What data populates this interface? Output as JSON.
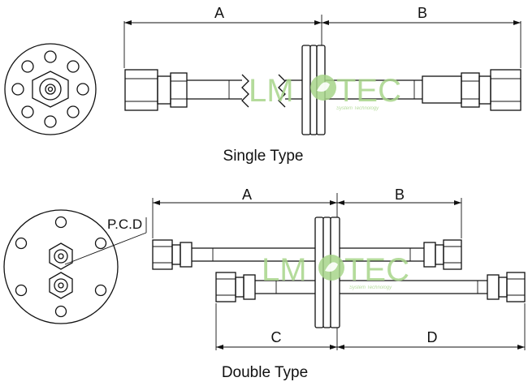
{
  "labels": {
    "single": {
      "a": "A",
      "b": "B",
      "caption": "Single Type"
    },
    "double": {
      "a": "A",
      "b": "B",
      "c": "C",
      "d": "D",
      "pcd": "P.C.D",
      "caption": "Double Type"
    }
  },
  "watermark": {
    "left": "LM",
    "right": "TEC",
    "tagline": "System Technology",
    "color": "#a7d58a"
  }
}
